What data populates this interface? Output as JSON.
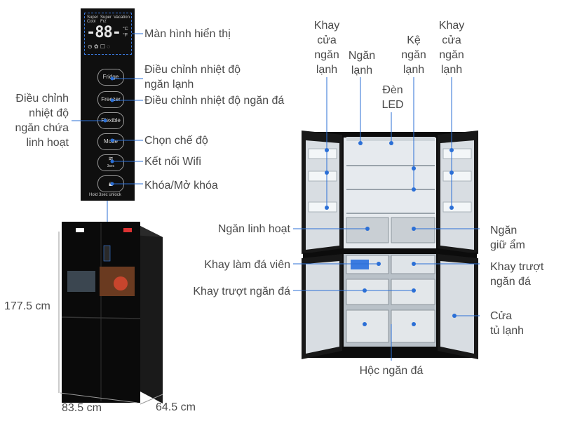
{
  "colors": {
    "callout": "#2b6fd6",
    "fridge_body": "#0c0c0c",
    "interior": "#d8dde2"
  },
  "panel": {
    "digits": "-88-",
    "modes": [
      "Super Cool",
      "Super Frz",
      "Vacation"
    ],
    "unit_c": "°C",
    "unit_f": "°F",
    "buttons": [
      "Fridge",
      "Freezer",
      "Flexible",
      "Mode",
      "3sec"
    ],
    "hold_text": "Hold 3sec unlock"
  },
  "panel_labels": {
    "display": "Màn hình hiển thị",
    "fridge_temp": "Điều chỉnh nhiệt độ\nngăn lạnh",
    "freezer_temp": "Điều chỉnh nhiệt độ ngăn đá",
    "flexible_temp": "Điều chỉnh\nnhiệt độ\nngăn chứa\nlinh hoạt",
    "mode": "Chọn chế độ",
    "wifi": "Kết nối Wifi",
    "lock": "Khóa/Mở khóa"
  },
  "dimensions": {
    "height": "177.5 cm",
    "width": "83.5 cm",
    "depth": "64.5 cm"
  },
  "fridge_labels": {
    "door_tray_left": "Khay\ncửa\nngăn\nlạnh",
    "cool_compartment": "Ngăn\nlạnh",
    "shelf": "Kệ\nngăn\nlạnh",
    "door_tray_right": "Khay\ncửa\nngăn\nlạnh",
    "led": "Đèn\nLED",
    "flex_compartment": "Ngăn linh hoạt",
    "humidity": "Ngăn\ngiữ ẩm",
    "ice_tray": "Khay làm đá viên",
    "sliding_tray_right": "Khay trượt\nngăn đá",
    "sliding_tray_left": "Khay trượt ngăn đá",
    "door": "Cửa\ntủ lạnh",
    "freezer_drawer": "Hộc ngăn đá"
  }
}
